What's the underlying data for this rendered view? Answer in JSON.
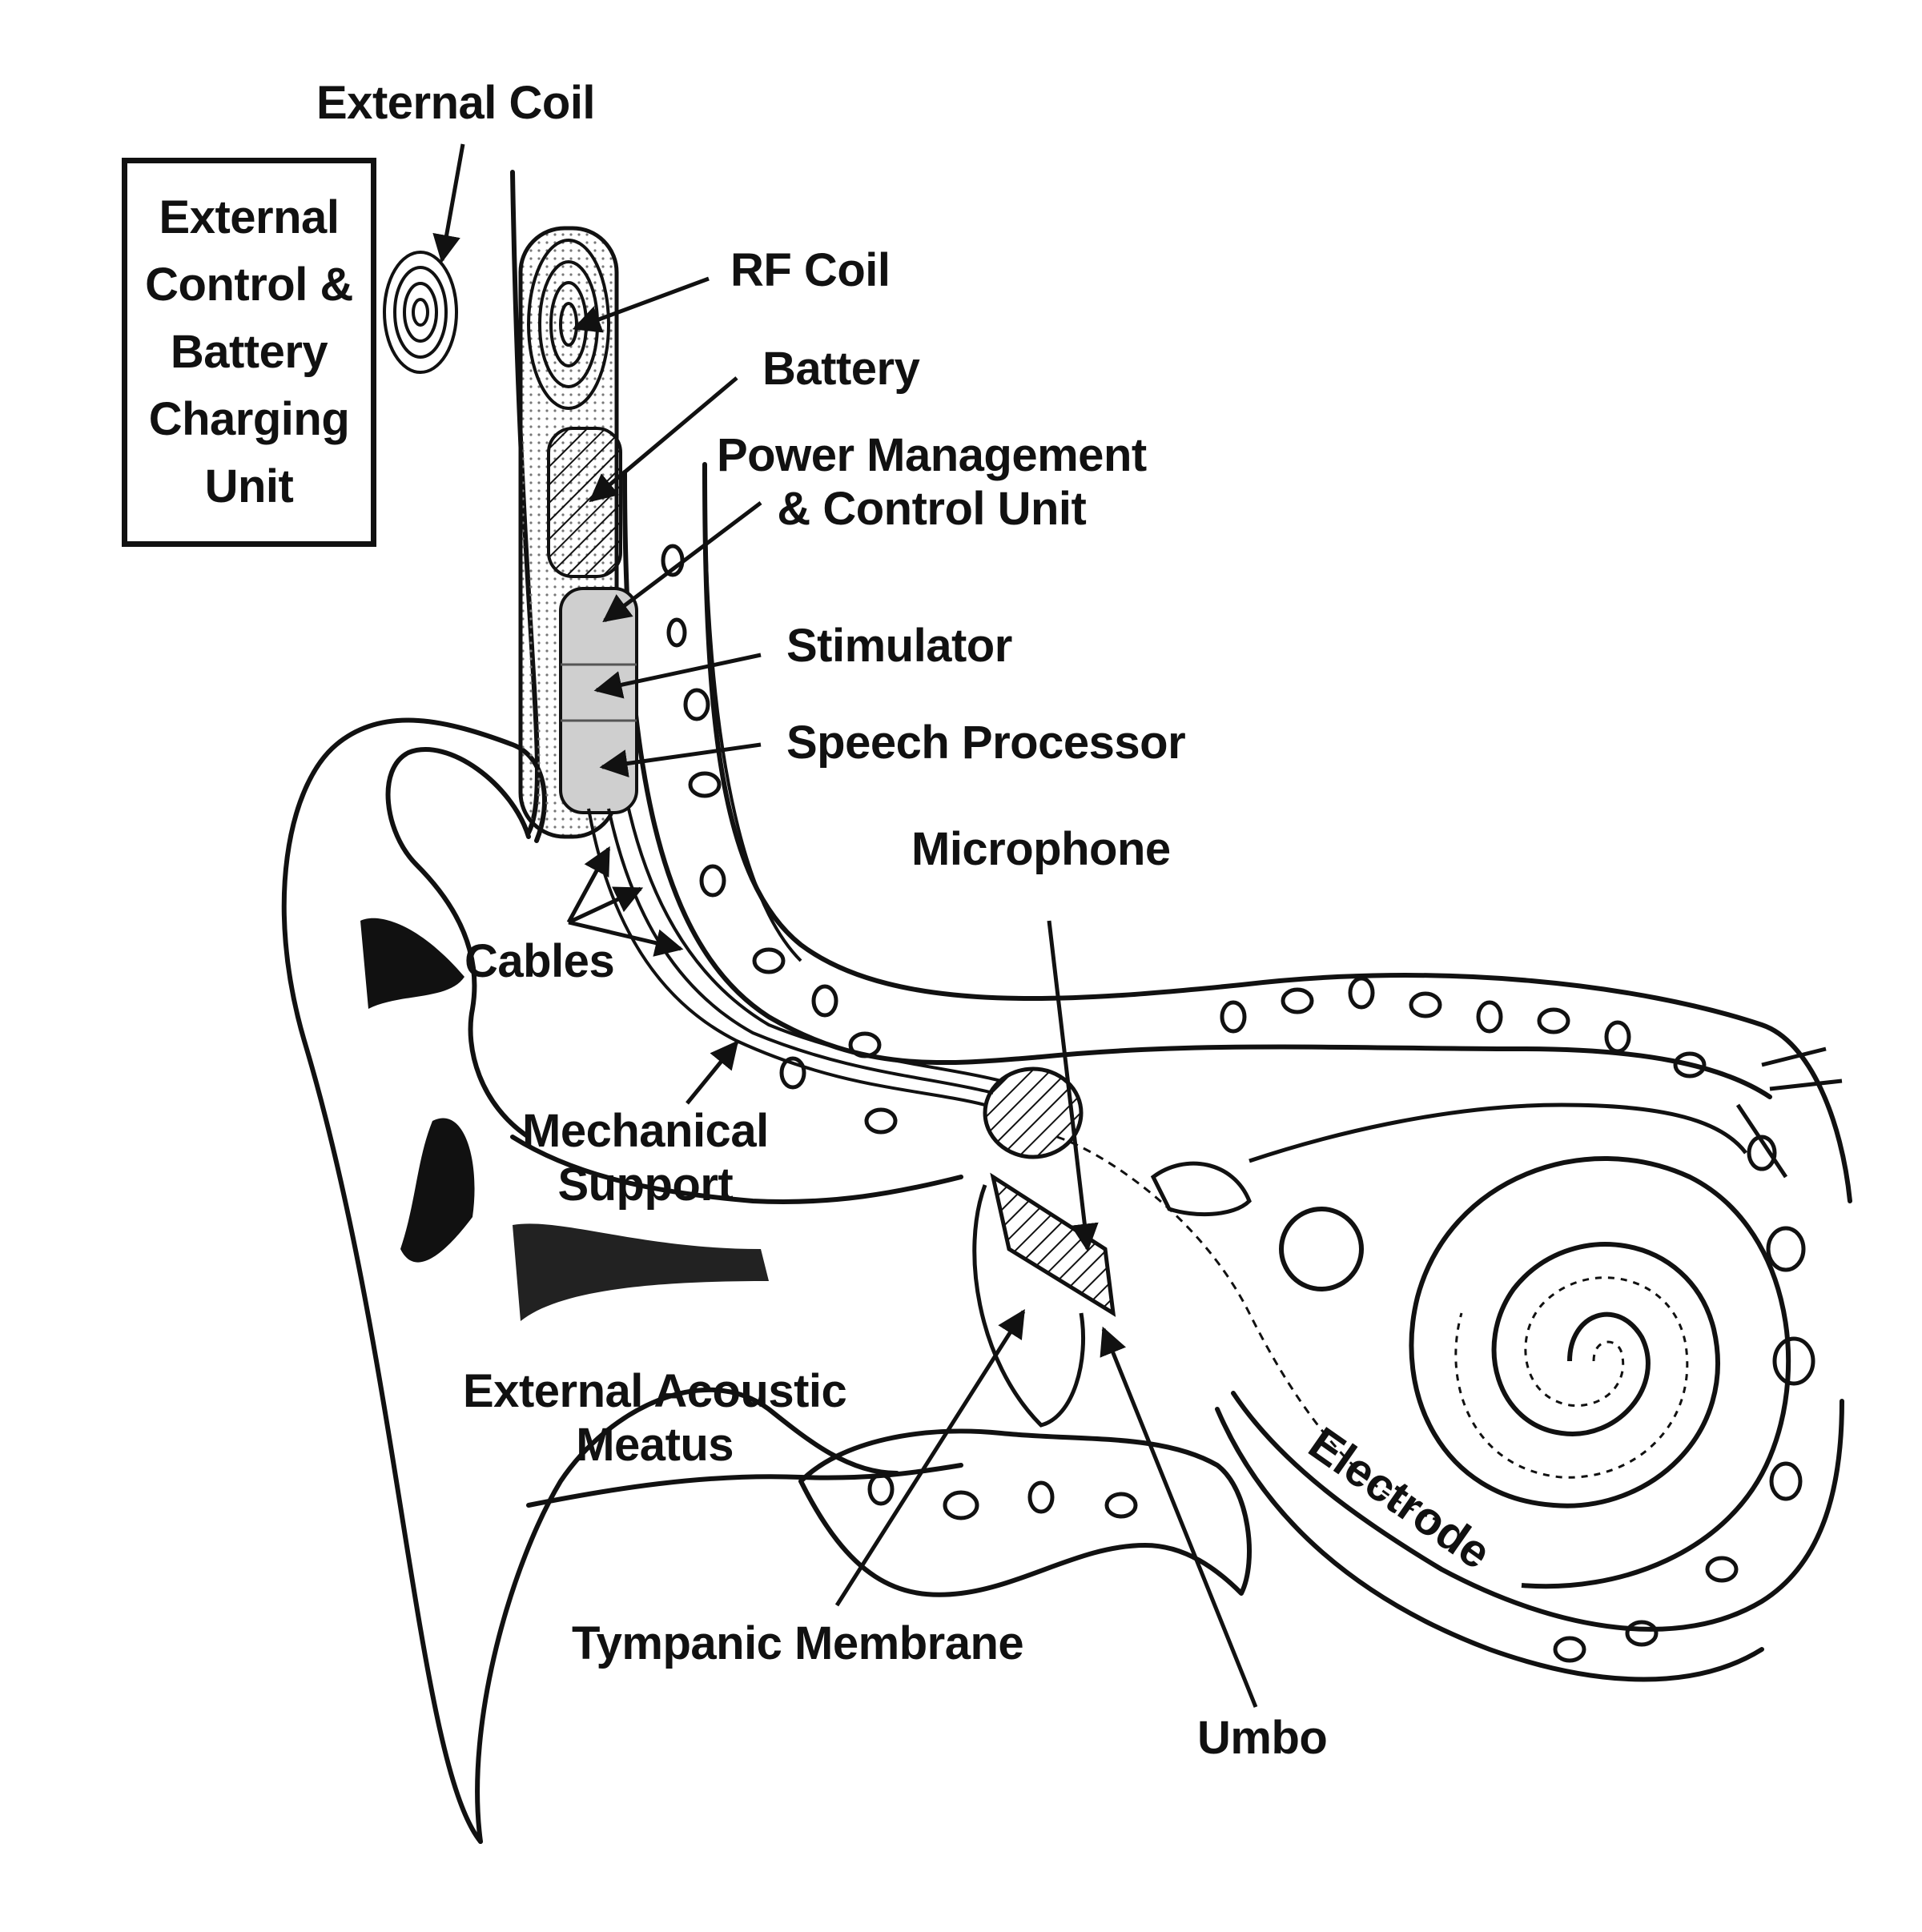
{
  "labels": {
    "external_coil": "External Coil",
    "external_unit": [
      "External",
      "Control &",
      "Battery",
      "Charging",
      "Unit"
    ],
    "rf_coil": "RF Coil",
    "battery": "Battery",
    "power_management": [
      "Power Management",
      "& Control Unit"
    ],
    "stimulator": "Stimulator",
    "speech_processor": "Speech Processor",
    "microphone": "Microphone",
    "cables": "Cables",
    "mechanical_support": [
      "Mechanical",
      "Support"
    ],
    "external_acoustic_meatus": [
      "External Acoustic",
      "Meatus"
    ],
    "tympanic_membrane": "Tympanic Membrane",
    "umbo": "Umbo",
    "electrode": "Electrode"
  },
  "colors": {
    "ink": "#111111",
    "hatch_fill": "#555555",
    "device_shade": "#cfcfcf",
    "bone_shade": "#e8e8e8"
  }
}
